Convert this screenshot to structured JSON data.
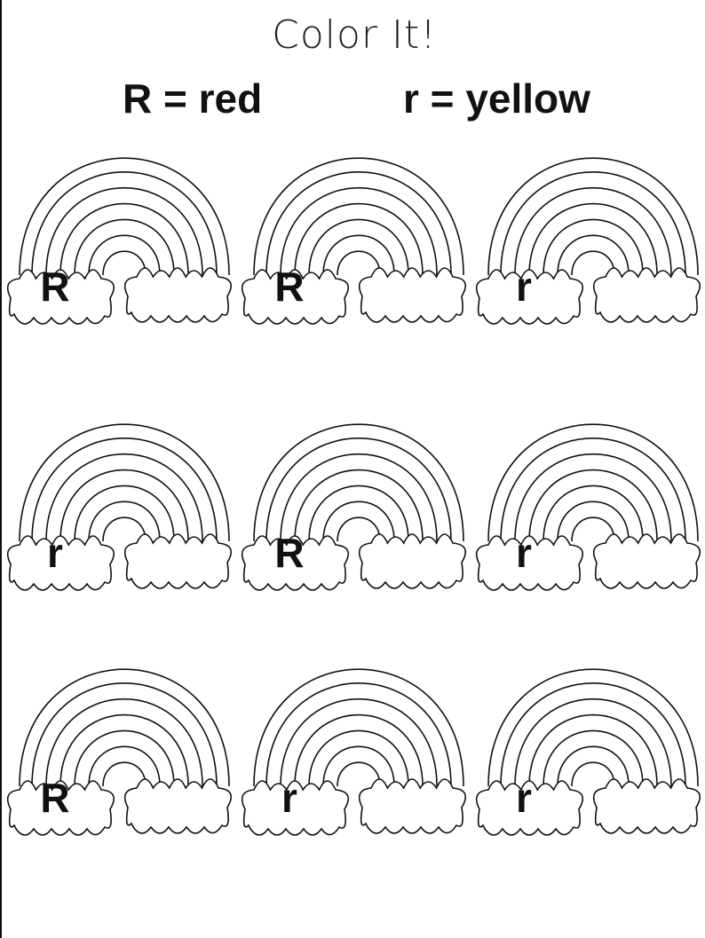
{
  "worksheet": {
    "title": "Color It!",
    "key": {
      "red": "R = red",
      "yellow": "r = yellow"
    },
    "rainbows": [
      {
        "letter": "R"
      },
      {
        "letter": "R"
      },
      {
        "letter": "r"
      },
      {
        "letter": "r"
      },
      {
        "letter": "R"
      },
      {
        "letter": "r"
      },
      {
        "letter": "R"
      },
      {
        "letter": "r"
      },
      {
        "letter": "r"
      }
    ]
  }
}
